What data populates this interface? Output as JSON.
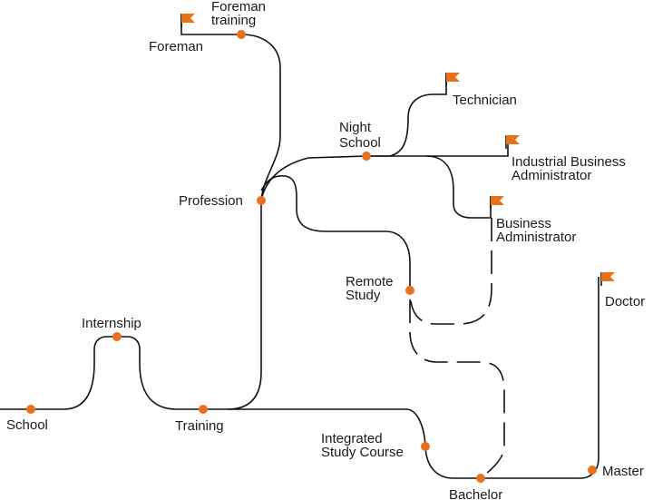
{
  "colors": {
    "accent": "#e8711c",
    "line": "#111111",
    "text": "#1a1a1a",
    "background": "#ffffff"
  },
  "nodes": {
    "school": "School",
    "internship": "Internship",
    "training": "Training",
    "profession": "Profession",
    "foreman_training": [
      "Foreman",
      "training"
    ],
    "night_school": [
      "Night",
      "School"
    ],
    "remote_study": [
      "Remote",
      "Study"
    ],
    "integrated_study_course": [
      "Integrated",
      "Study Course"
    ],
    "bachelor": "Bachelor",
    "master": "Master"
  },
  "destinations": {
    "foreman": "Foreman",
    "technician": "Technician",
    "industrial_business_administrator": [
      "Industrial Business",
      "Administrator"
    ],
    "business_administrator": [
      "Business",
      "Administrator"
    ],
    "doctor": "Doctor"
  },
  "icons": {
    "destination": "flag-icon",
    "station": "dot-icon"
  }
}
